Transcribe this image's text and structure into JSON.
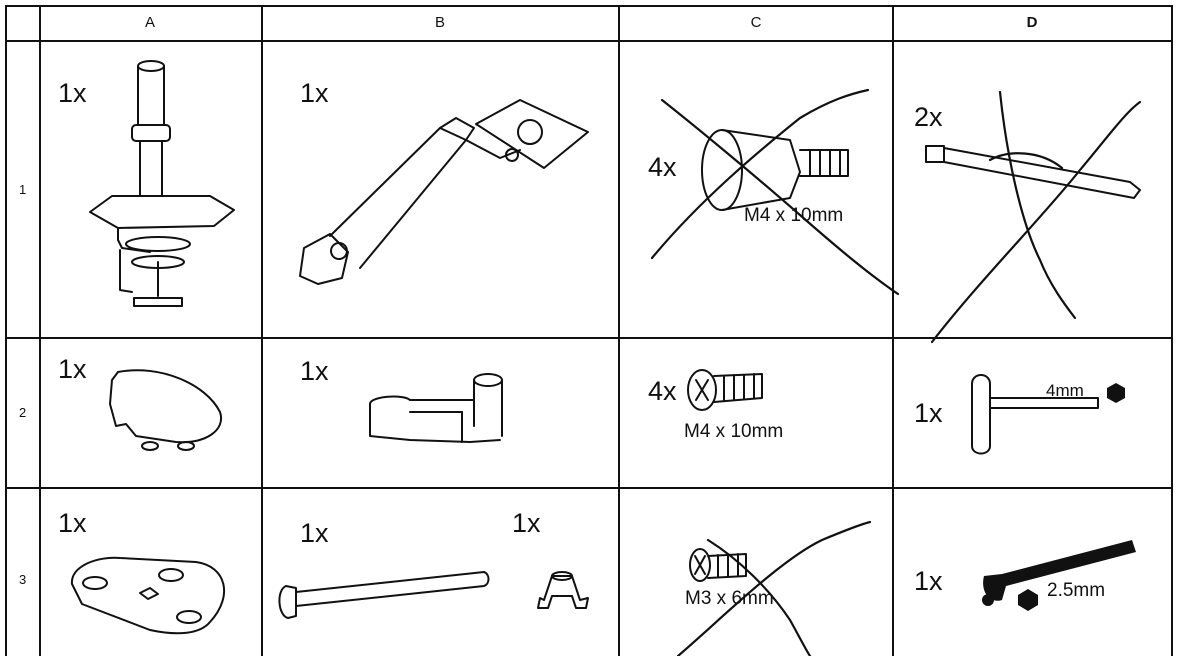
{
  "columns": [
    "A",
    "B",
    "C",
    "D"
  ],
  "rows": [
    "1",
    "2",
    "3"
  ],
  "cells": {
    "a1": {
      "qty": "1x"
    },
    "b1": {
      "qty": "1x"
    },
    "c1": {
      "qty": "4x",
      "label": "M4 x 10mm"
    },
    "d1": {
      "qty": "2x"
    },
    "a2": {
      "qty": "1x"
    },
    "b2": {
      "qty": "1x"
    },
    "c2": {
      "qty": "4x",
      "label": "M4 x 10mm"
    },
    "d2": {
      "qty": "1x",
      "label": "4mm"
    },
    "a3": {
      "qty": "1x"
    },
    "b3": {
      "qty": "1x",
      "qty2": "1x"
    },
    "c3": {
      "label": "M3 x 6mm"
    },
    "d3": {
      "qty": "1x",
      "label": "2.5mm"
    }
  }
}
